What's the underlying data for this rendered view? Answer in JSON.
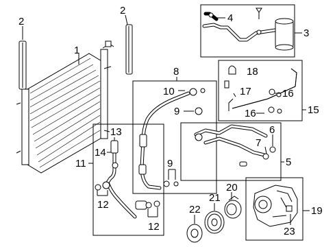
{
  "callouts": {
    "c1": "1",
    "c2a": "2",
    "c2b": "2",
    "c3": "3",
    "c4": "4",
    "c5": "5",
    "c6": "6",
    "c7": "7",
    "c8": "8",
    "c9a": "9",
    "c9b": "9",
    "c10": "10",
    "c11": "11",
    "c12a": "12",
    "c12b": "12",
    "c13": "13",
    "c14": "14",
    "c15": "15",
    "c16a": "16",
    "c16b": "16",
    "c17": "17",
    "c18": "18",
    "c19": "19",
    "c20": "20",
    "c21": "21",
    "c22": "22",
    "c23": "23"
  }
}
